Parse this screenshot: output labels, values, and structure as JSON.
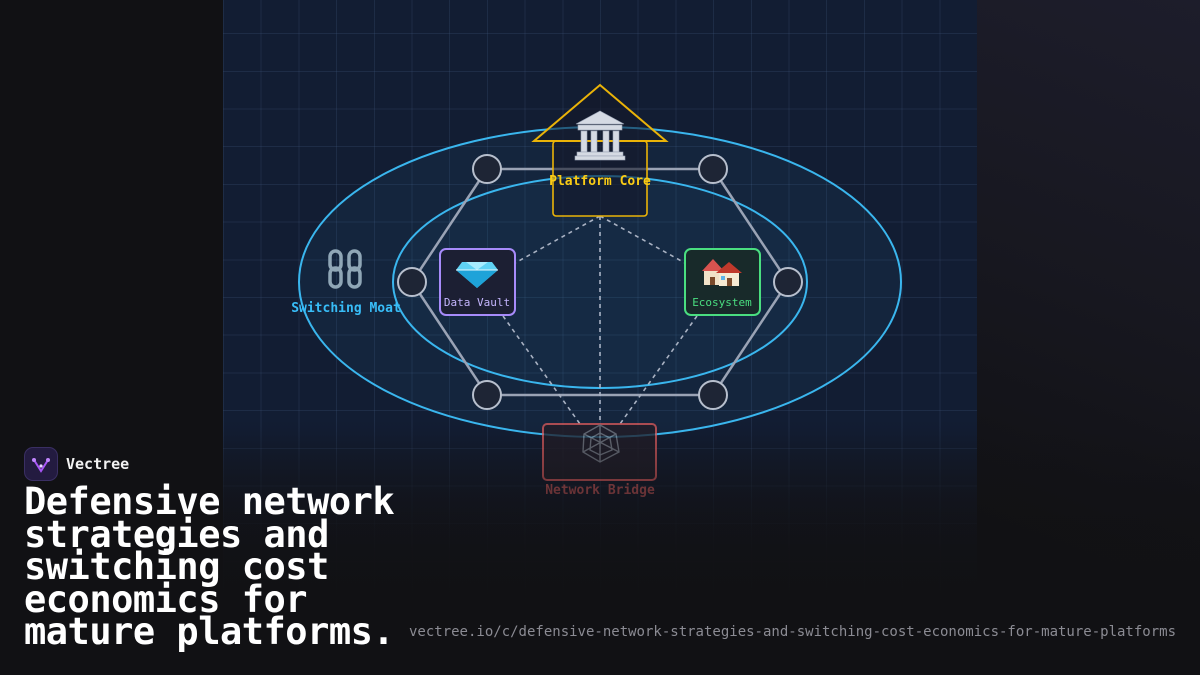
{
  "brand": {
    "name": "Vectree",
    "logo_icon": "vectree-logo-icon",
    "accent": "#8b5cf6"
  },
  "headline": "Defensive network strategies and switching cost economics for mature platforms.",
  "url": "vectree.io/c/defensive-network-strategies-and-switching-cost-economics-for-mature-platforms",
  "diagram": {
    "moat": {
      "label": "Switching Moat",
      "icon": "chain-link-icon",
      "color": "#38bdf8"
    },
    "nodes": {
      "core": {
        "label": "Platform Core",
        "icon": "classical-building-icon",
        "color": "#facc15"
      },
      "vault": {
        "label": "Data Vault",
        "icon": "gem-icon",
        "color": "#a78bfa"
      },
      "ecosystem": {
        "label": "Ecosystem",
        "icon": "houses-icon",
        "color": "#4ade80"
      },
      "bridge": {
        "label": "Network Bridge",
        "icon": "spider-web-icon",
        "color": "#f87171"
      }
    }
  }
}
